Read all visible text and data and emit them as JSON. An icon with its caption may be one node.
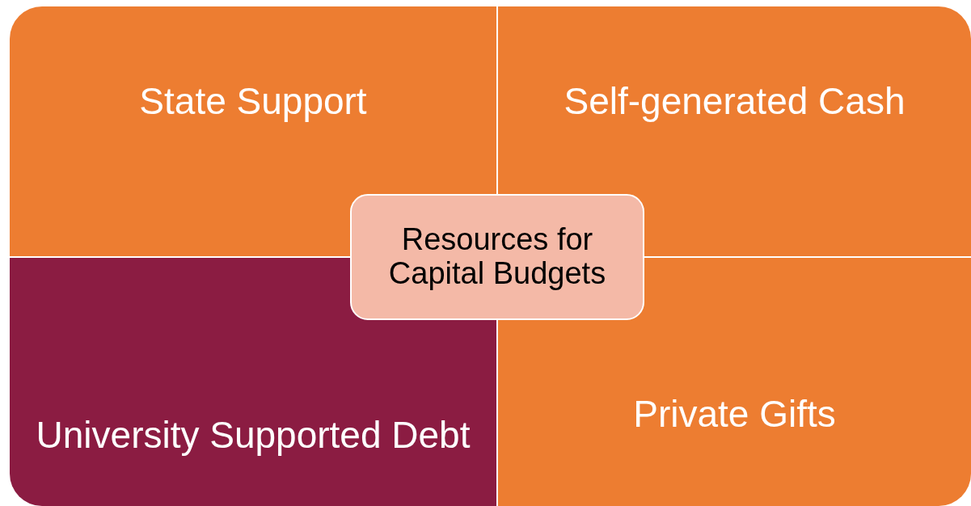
{
  "diagram": {
    "nodes": [
      {
        "text": [
          "State Support"
        ]
      },
      {
        "text": [
          "Self-generated Cash"
        ]
      },
      {
        "text": [
          "Resources for Capital Budgets"
        ]
      },
      {
        "text": [
          "University Supported Debt"
        ]
      },
      {
        "text": [
          "Private Gifts"
        ]
      }
    ]
  }
}
